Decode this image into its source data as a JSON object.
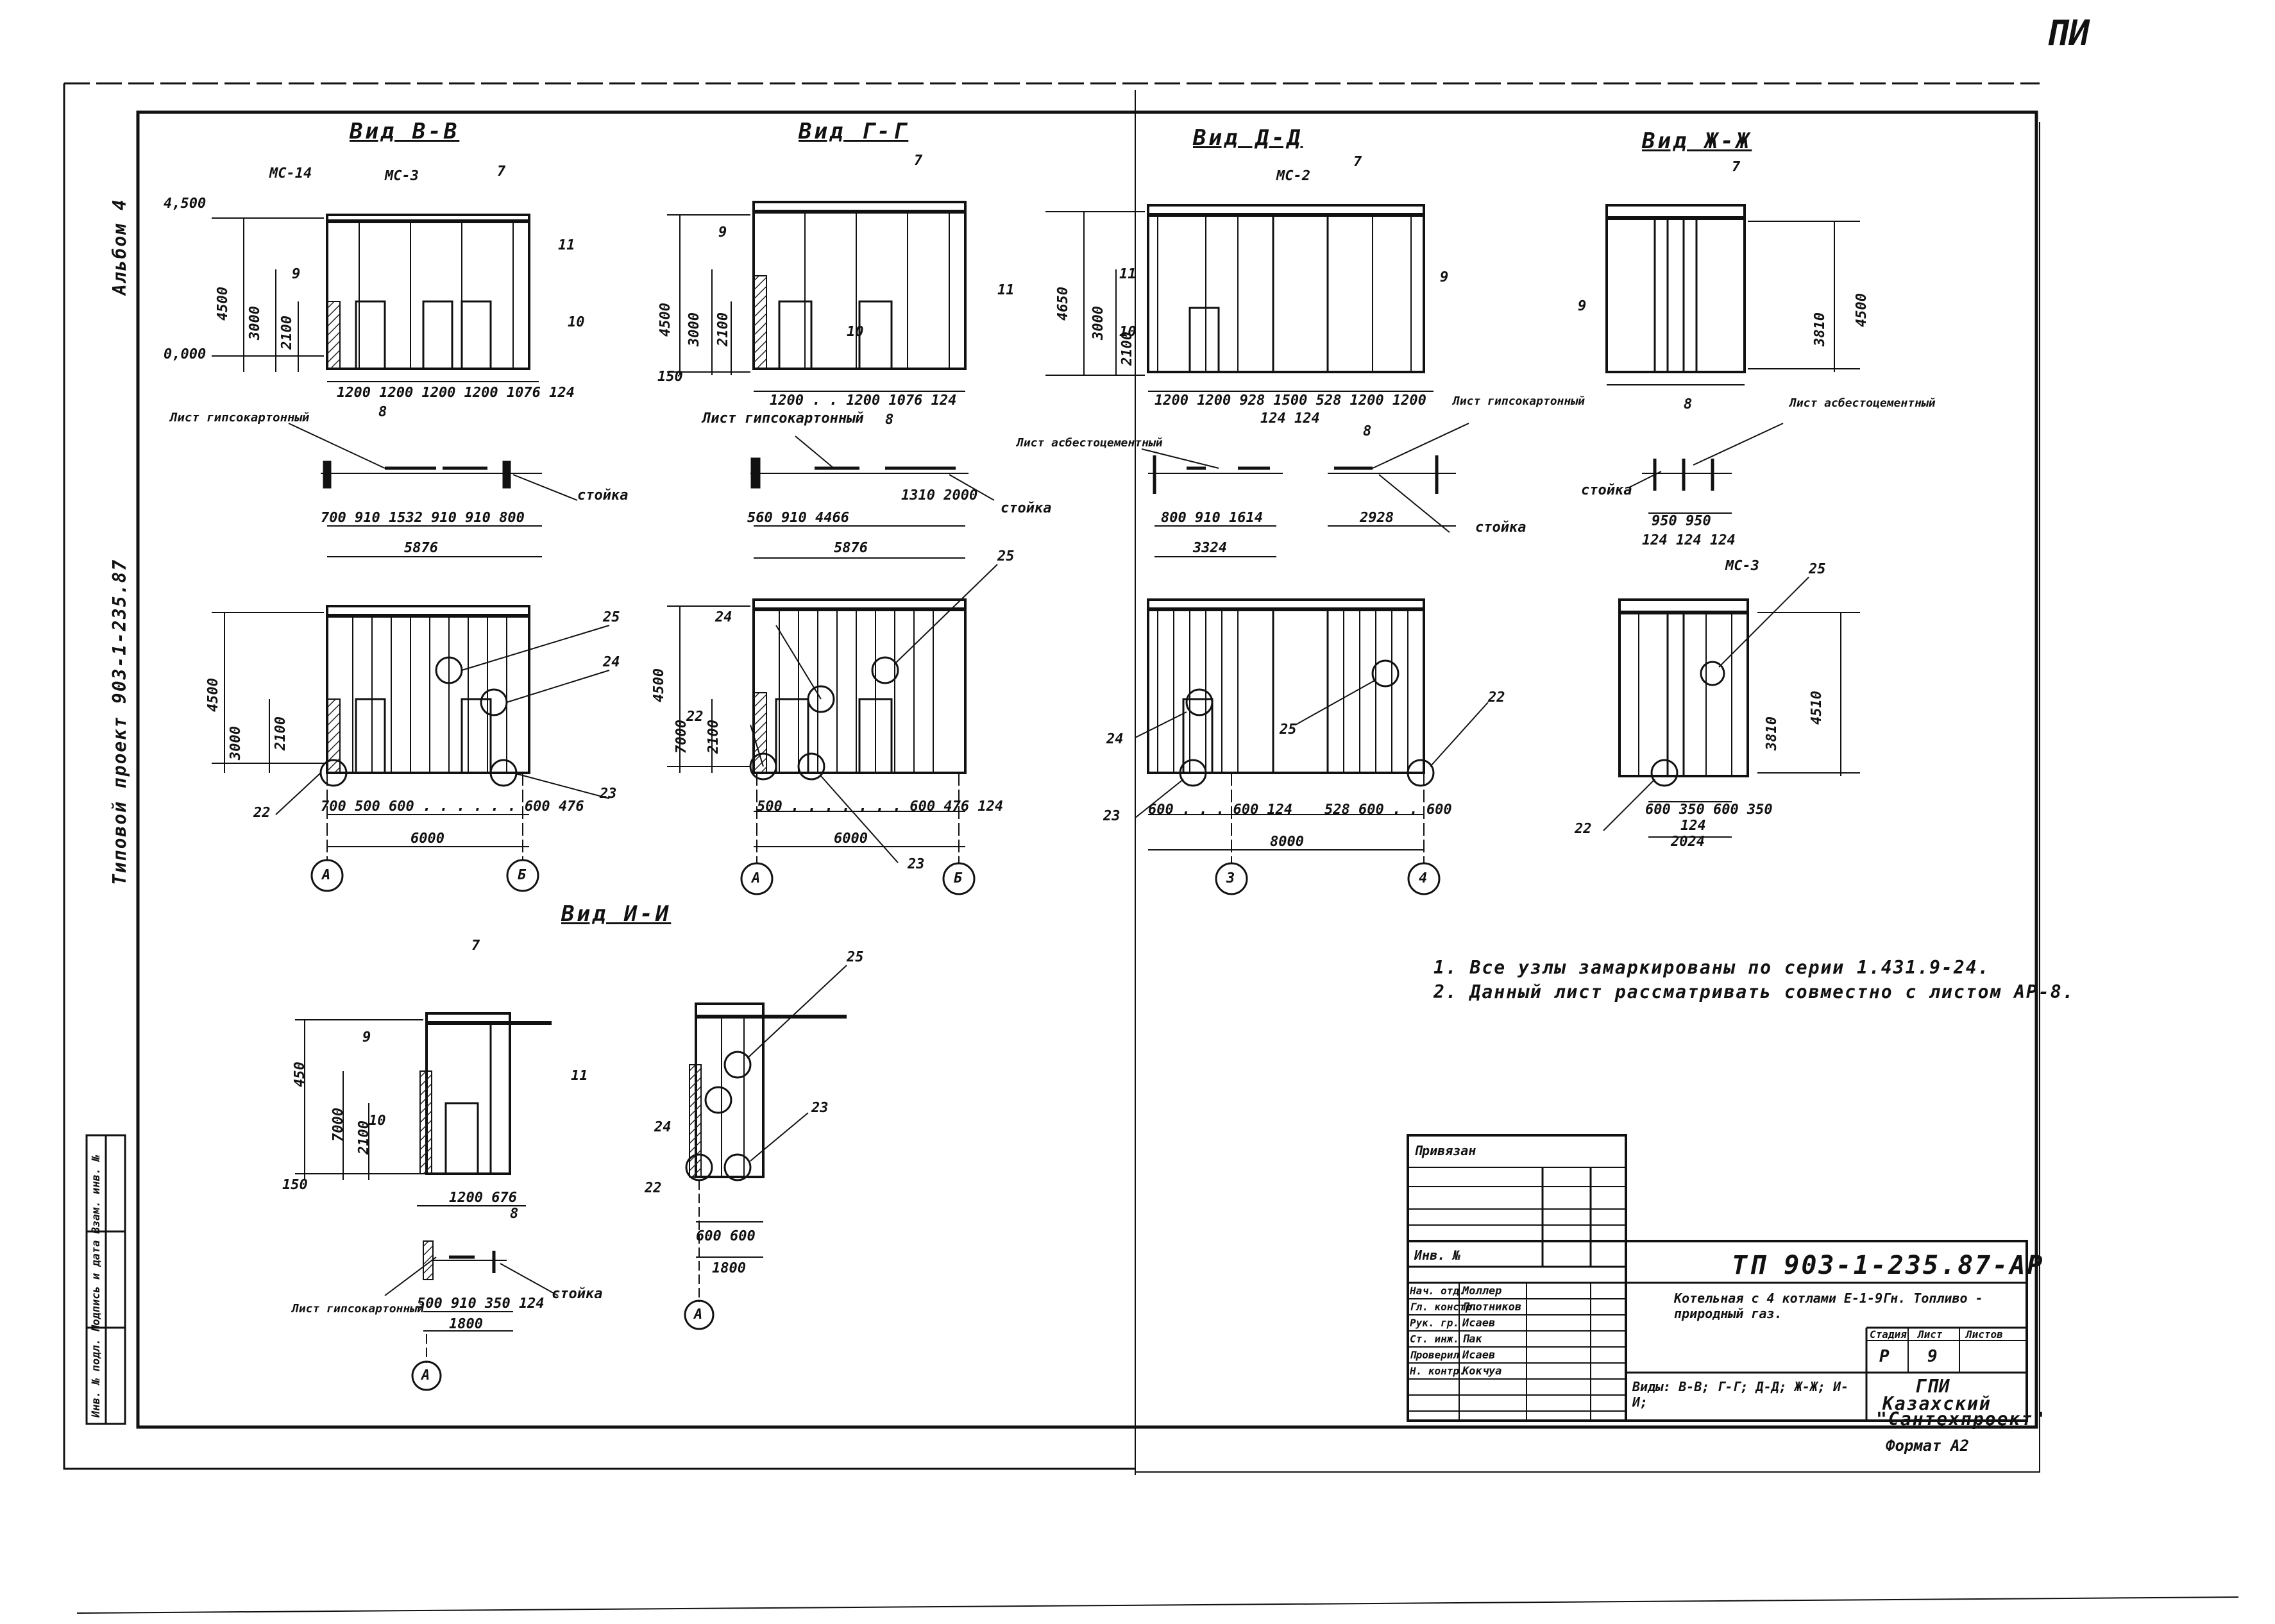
{
  "sheet": {
    "corner_mark": "ПИ",
    "album": "Альбом 4",
    "project_side": "Типовой проект 903-1-235.87"
  },
  "views": [
    {
      "title": "Вид В-В"
    },
    {
      "title": "Вид Г-Г"
    },
    {
      "title": "Вид Д-Д"
    },
    {
      "title": "Вид Ж-Ж"
    },
    {
      "title": "Вид И-И"
    }
  ],
  "labels": {
    "mk14": "МС-14",
    "mk3": "МС-3",
    "mk2": "МС-2",
    "lev_4500": "4,500",
    "lev_0": "0,000",
    "d4500": "4500",
    "d3000": "3000",
    "d2100": "2100",
    "d4650": "4650",
    "d150": "150",
    "d7000": "7000",
    "d4510": "4510",
    "d3810": "3810",
    "d450": "450",
    "list_gips": "Лист гипсокартонный",
    "list_asb": "Лист асбестоцементный",
    "stoyka": "стойка",
    "row_bb_top": "1200 1200 1200 1200 1076 124",
    "row_bb_plan": "700 910 1532 910 910 800",
    "row_bb_total": "5876",
    "row_bb_bot": "700 500 600 . . . . . . 600 476",
    "row_gg_top": "1200 . . 1200 1076 124",
    "row_gg_plan": "560 910 4466",
    "row_gg_plan2": "1310 2000",
    "row_gg_bot": "500 . . . . . . . 600 476 124",
    "total_6000": "6000",
    "row_dd_top": "1200 1200 928 1500 528 1200 1200",
    "row_dd_124": "124 124",
    "row_dd_plan": "800 910 1614",
    "row_dd_plan2": "2928",
    "row_dd_total": "3324",
    "row_dd_bot": "600 . . . 600 124",
    "row_dd_bot2": "528 600 . . 600",
    "total_8000": "8000",
    "row_zh_plan": "950 950",
    "row_zh_124": "124 124 124",
    "row_zh_bot": "600 350 600 350",
    "row_zh_bot2": "124",
    "total_2024": "2024",
    "row_ii_plan": "1200 676",
    "row_ii_plan2": "500 910 350 124",
    "total_1800": "1800",
    "row_ii_bot": "600 600",
    "mark_7": "7",
    "mark_9": "9",
    "mark_10": "10",
    "mark_11": "11",
    "mark_8": "8",
    "mark_22": "22",
    "mark_23": "23",
    "mark_24": "24",
    "mark_25": "25",
    "axis_a": "А",
    "axis_b": "Б",
    "axis_3": "3",
    "axis_4": "4"
  },
  "notes": [
    "1. Все узлы замаркированы по серии 1.431.9-24.",
    "2. Данный лист рассматривать совместно с листом АР-8."
  ],
  "title_block": {
    "privyazan": "Привязан",
    "inv": "Инв. №",
    "code": "ТП 903-1-235.87-АР",
    "description": "Котельная с 4 котлами Е-1-9Гн. Топливо - природный газ.",
    "sheet_desc": "Виды: В-В; Г-Г; Д-Д; Ж-Ж; И-И;",
    "org1": "ГПИ",
    "org2": "Казахский",
    "org3": "\"Сантехпроект\"",
    "stage_label": "Стадия",
    "sheet_label": "Лист",
    "sheets_label": "Листов",
    "stage": "Р",
    "sheet": "9",
    "format": "Формат А2",
    "roles": [
      "Нач. отд.",
      "Гл. констр.",
      "Рук. гр.",
      "Ст. инж.",
      "Проверил",
      "Н. контр."
    ],
    "names": [
      "Моллер",
      "Плотников",
      "Исаев",
      "Пак",
      "Исаев",
      "Кокчуа"
    ],
    "left_strip": "Инв. № подл.   Подпись и дата   Взам. инв. №"
  }
}
